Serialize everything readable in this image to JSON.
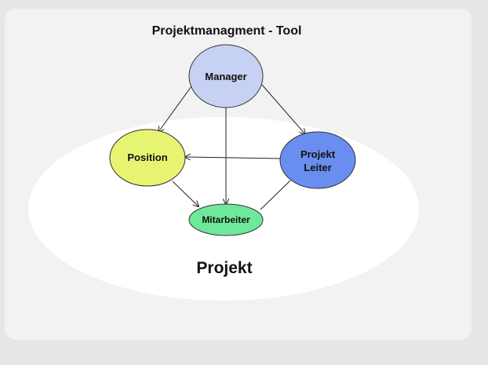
{
  "diagram": {
    "title": "Projektmanagment - Tool",
    "region_label": "Projekt",
    "nodes": {
      "manager": {
        "label": "Manager",
        "color": "#c7d1f3"
      },
      "position": {
        "label": "Position",
        "color": "#e6f472"
      },
      "projekt_leiter": {
        "label_line1": "Projekt",
        "label_line2": "Leiter",
        "color": "#6a8ef0"
      },
      "mitarbeiter": {
        "label": "Mitarbeiter",
        "color": "#6ee89a"
      }
    },
    "colors": {
      "background": "#e6e6e6",
      "card": "#f2f2f2",
      "region": "#ffffff",
      "edge": "#222222",
      "node_stroke": "#333333"
    }
  }
}
